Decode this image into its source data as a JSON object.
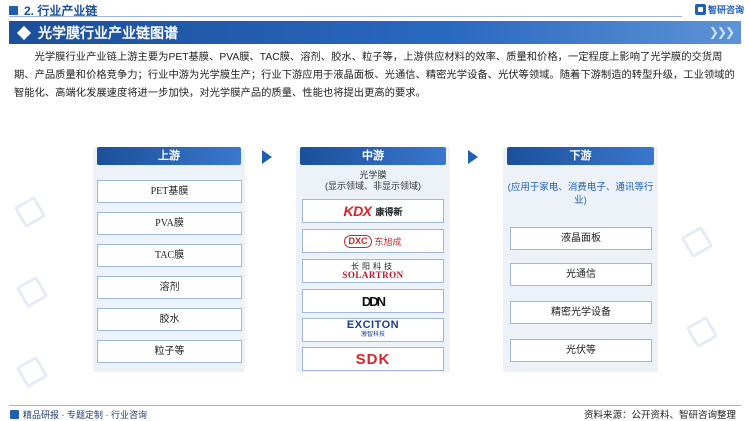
{
  "header": {
    "section_title": "2. 行业产业链",
    "logo_text": "智研咨询"
  },
  "banner": {
    "title": "光学膜行业产业链图谱"
  },
  "intro": "光学膜行业产业链上游主要为PET基膜、PVA膜、TAC膜、溶剂、胶水、粒子等，上游供应材料的效率、质量和价格，一定程度上影响了光学膜的交货周期、产品质量和价格竞争力；行业中游为光学膜生产；行业下游应用于液晶面板、光通信、精密光学设备、光伏等领域。随着下游制造的转型升级，工业领域的智能化、高端化发展速度将进一步加快，对光学膜产品的质量、性能也将提出更高的要求。",
  "upstream": {
    "title": "上游",
    "items": [
      "PET基膜",
      "PVA膜",
      "TAC膜",
      "溶剂",
      "胶水",
      "粒子等"
    ]
  },
  "midstream": {
    "title": "中游",
    "product": "光学膜",
    "scope": "(显示领域、非显示领域)",
    "companies": [
      {
        "name": "KDX",
        "subtitle": "康得新",
        "color": "#d8232a"
      },
      {
        "name": "DXC",
        "subtitle": "东旭成",
        "color": "#c1272d"
      },
      {
        "name": "长阳科技",
        "subtitle": "SOLARTRON",
        "color": "#c8102e"
      },
      {
        "name": "DDN",
        "subtitle": "",
        "color": "#111111"
      },
      {
        "name": "EXCITON",
        "subtitle": "激智科技",
        "color": "#1a3d8f"
      },
      {
        "name": "SDK",
        "subtitle": "",
        "color": "#d8232a"
      }
    ]
  },
  "downstream": {
    "title": "下游",
    "note": "(应用于家电、消费电子、通讯等行业)",
    "items": [
      "液晶面板",
      "光通信",
      "精密光学设备",
      "光伏等"
    ]
  },
  "footer": {
    "left": "精品研报 · 专题定制 · 行业咨询",
    "source": "资料来源：公开资料、智研咨询整理"
  }
}
